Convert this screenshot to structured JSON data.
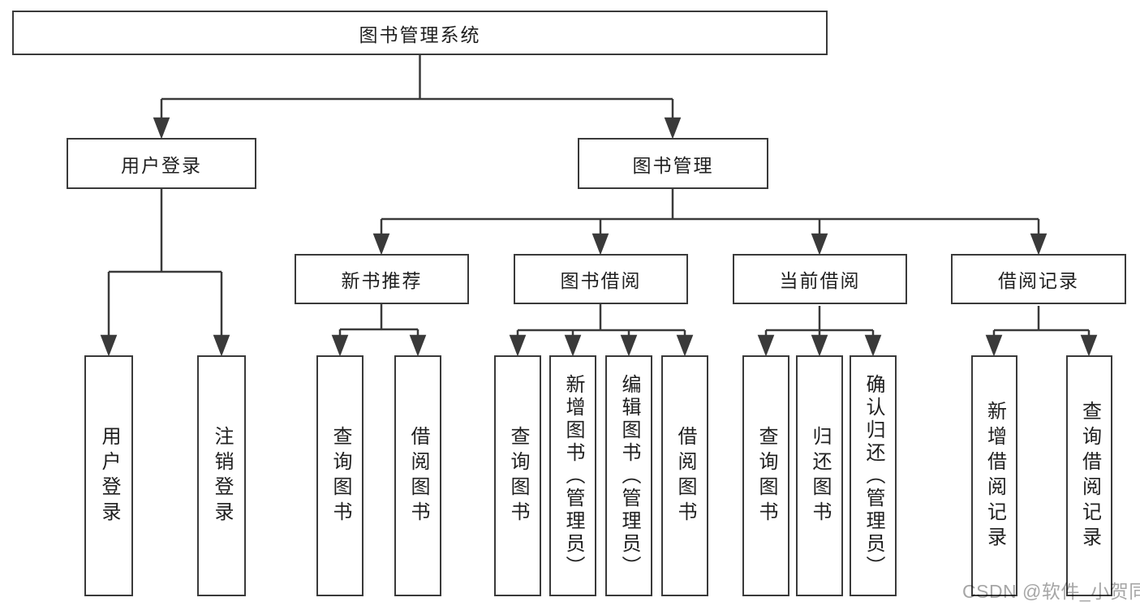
{
  "colors": {
    "line": "#3a3a3a",
    "box_border": "#3a3a3a",
    "text": "#1f1f1f",
    "watermark": "#a6a6a6",
    "background": "#ffffff"
  },
  "tree": {
    "root": {
      "label": "图书管理系统"
    },
    "branches": [
      {
        "label": "用户登录",
        "children": [
          "用户登录",
          "注销登录"
        ]
      },
      {
        "label": "图书管理",
        "sections": [
          {
            "label": "新书推荐",
            "children": [
              "查询图书",
              "借阅图书"
            ]
          },
          {
            "label": "图书借阅",
            "children": [
              "查询图书",
              "新增图书（管理员）",
              "编辑图书（管理员）",
              "借阅图书"
            ]
          },
          {
            "label": "当前借阅",
            "children": [
              "查询图书",
              "归还图书",
              "确认归还（管理员）"
            ]
          },
          {
            "label": "借阅记录",
            "children": [
              "新增借阅记录",
              "查询借阅记录"
            ]
          }
        ]
      }
    ]
  },
  "watermark": {
    "text": "CSDN @软件_小贺同学"
  }
}
